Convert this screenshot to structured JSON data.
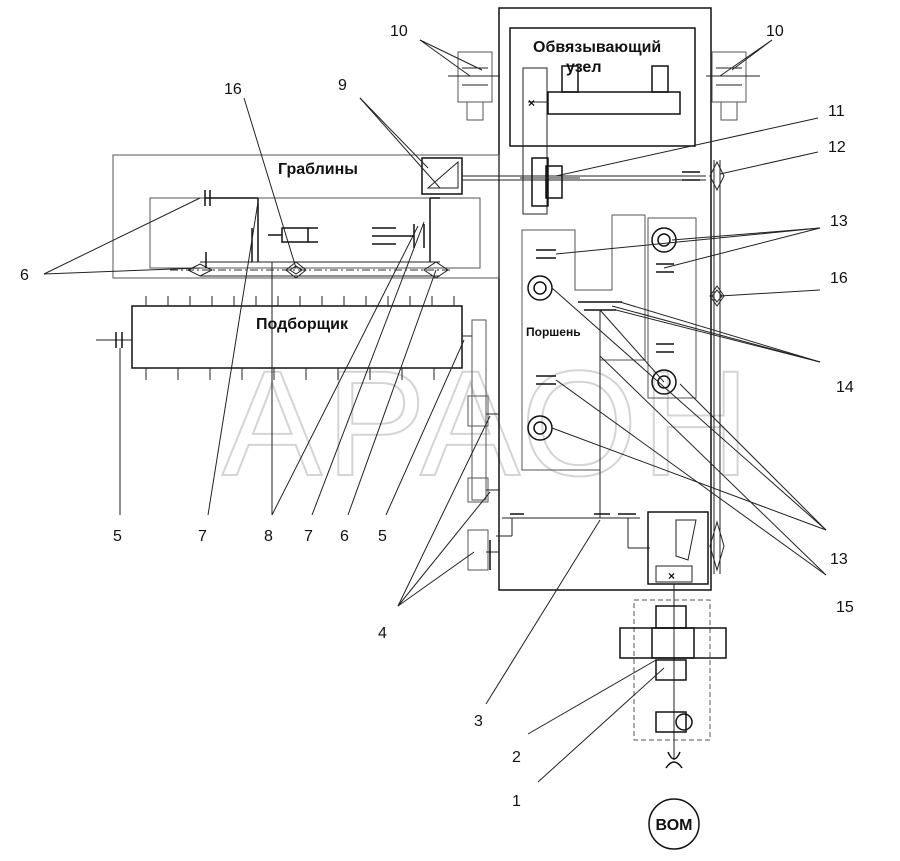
{
  "blocks": {
    "knotter_line1": "Обвязывающий",
    "knotter_line2": "узел",
    "rakes": "Граблины",
    "pickup": "Подборщик",
    "piston": "Поршень",
    "pto": "ВОМ"
  },
  "callouts": {
    "c10a": "10",
    "c10b": "10",
    "c16a": "16",
    "c9": "9",
    "c11": "11",
    "c12": "12",
    "c13a": "13",
    "c6a": "6",
    "c16b": "16",
    "c14": "14",
    "c5a": "5",
    "c7a": "7",
    "c8": "8",
    "c7b": "7",
    "c6b": "6",
    "c5b": "5",
    "c13b": "13",
    "c15": "15",
    "c4": "4",
    "c3": "3",
    "c2": "2",
    "c1": "1"
  },
  "watermark": "АРАОН"
}
